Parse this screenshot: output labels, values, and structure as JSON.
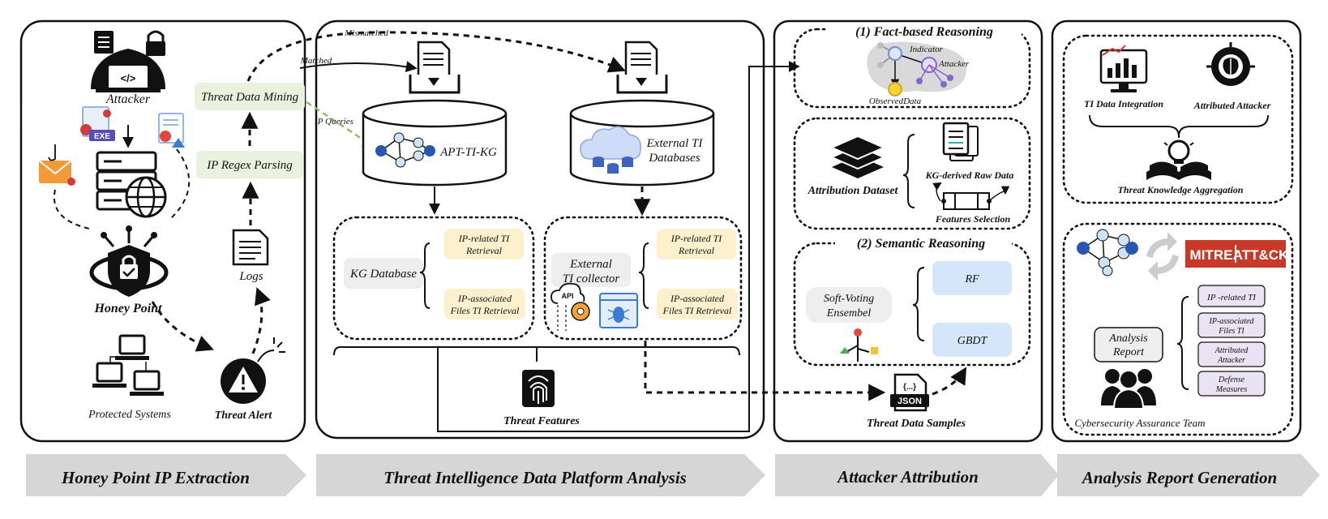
{
  "stages": {
    "stage1": "Honey Point IP Extraction",
    "stage2": "Threat Intelligence Data Platform Analysis",
    "stage3": "Attacker Attribution",
    "stage4": "Analysis Report Generation"
  },
  "panel1": {
    "attacker": "Attacker",
    "exe_badge": "EXE",
    "honey_point": "Honey Point",
    "protected_systems": "Protected Systems",
    "threat_alert": "Threat Alert",
    "logs": "Logs",
    "ip_regex_parsing": "IP Regex Parsing",
    "threat_data_mining": "Threat Data Mining"
  },
  "panel2": {
    "mismatched": "Mismatched",
    "matched": "Matched",
    "ip_queries": "IP Queries",
    "apt_ti_kg": "APT-TI-KG",
    "external_ti": "External TI",
    "databases": "Databases",
    "kg_database": "KG Database",
    "external": "External",
    "ti_collector": "TI collector",
    "api_label": "API",
    "ip_related_1": "IP-related TI",
    "ip_related_2": "Retrieval",
    "ip_assoc_1": "IP-associated",
    "ip_assoc_2": "Files TI Retrieval",
    "threat_features": "Threat Features"
  },
  "panel3": {
    "fact_reasoning": "(1) Fact-based Reasoning",
    "indicator": "Indicator",
    "attacker": "Attacker",
    "observed_data": "ObservedData",
    "attribution_dataset": "Attribution Dataset",
    "kg_raw_data": "KG-derived Raw Data",
    "features_selection": "Features Selection",
    "semantic_reasoning": "(2) Semantic Reasoning",
    "soft_voting_1": "Soft-Voting",
    "soft_voting_2": "Ensembel",
    "rf": "RF",
    "gbdt": "GBDT",
    "json_badge": "JSON",
    "json_braces": "{...}",
    "threat_data_samples": "Threat Data Samples"
  },
  "panel4": {
    "ti_integration": "TI Data Integration",
    "attributed_attacker": "Attributed Attacker",
    "knowledge_aggregation": "Threat Knowledge Aggregation",
    "mitre": "MITRE",
    "attck": "ATT&CK",
    "analysis_1": "Analysis",
    "analysis_2": "Report",
    "item1": "IP -related TI",
    "item2a": "IP-associated",
    "item2b": "Files TI",
    "item3a": "Attributed",
    "item3b": "Attacker",
    "item4a": "Defense",
    "item4b": "Measures",
    "team": "Cybersecurity Assurance Team"
  },
  "colors": {
    "green_box": "#e9f2df",
    "yellow_box": "#fdf0cc",
    "blue_box": "#d6e6fa",
    "gray_box": "#eeeeee",
    "arrow_band": "#d6d6d6",
    "ip_queries_arrow": "#8cc063",
    "mitre_red": "#c73a2a"
  },
  "icons": [
    "hacker-icon",
    "document-icon",
    "lock-icon",
    "exe-file-icon",
    "bug-document-icon",
    "email-hook-icon",
    "server-globe-icon",
    "shield-lock-icon",
    "computers-icon",
    "bomb-alert-icon",
    "log-file-icon",
    "inbox-document-icon",
    "cylinder-database-icon",
    "knowledge-graph-icon",
    "cloud-database-icon",
    "api-gear-icon",
    "web-bug-icon",
    "fingerprint-icon",
    "stack-layers-icon",
    "files-icon",
    "decision-tree-icon",
    "json-file-icon",
    "monitor-chart-icon",
    "brain-icon",
    "book-lightbulb-icon",
    "refresh-icon",
    "people-icon"
  ]
}
